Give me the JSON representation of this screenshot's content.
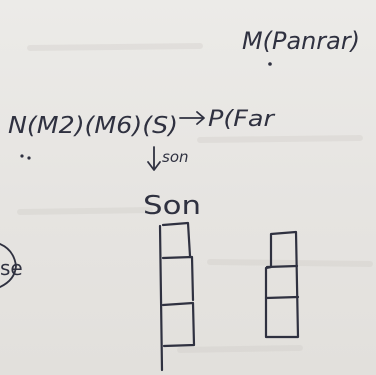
{
  "note": {
    "label_m": "M(Panrar)",
    "label_n": "N(M2)(M6)(S)",
    "label_p": "P(Far",
    "label_son_arrow": "son",
    "label_son": "Son",
    "label_edge": "se"
  },
  "colors": {
    "paper": "#e7e5e2",
    "ink": "#2f3140"
  }
}
